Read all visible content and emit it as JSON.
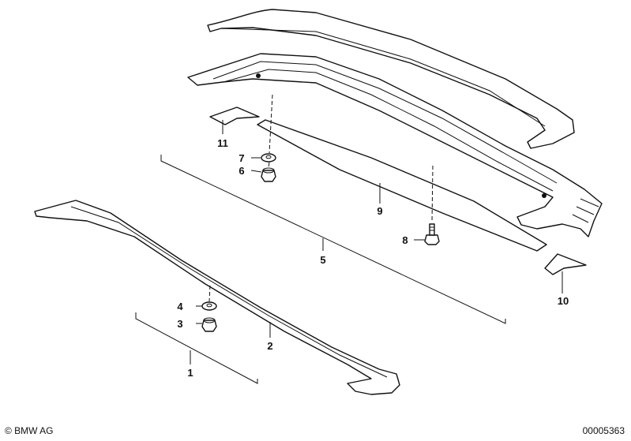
{
  "callouts": [
    "1",
    "2",
    "3",
    "4",
    "5",
    "6",
    "7",
    "8",
    "9",
    "10",
    "11"
  ],
  "footer": {
    "copyright": "© BMW AG",
    "doc_number": "00005363"
  }
}
